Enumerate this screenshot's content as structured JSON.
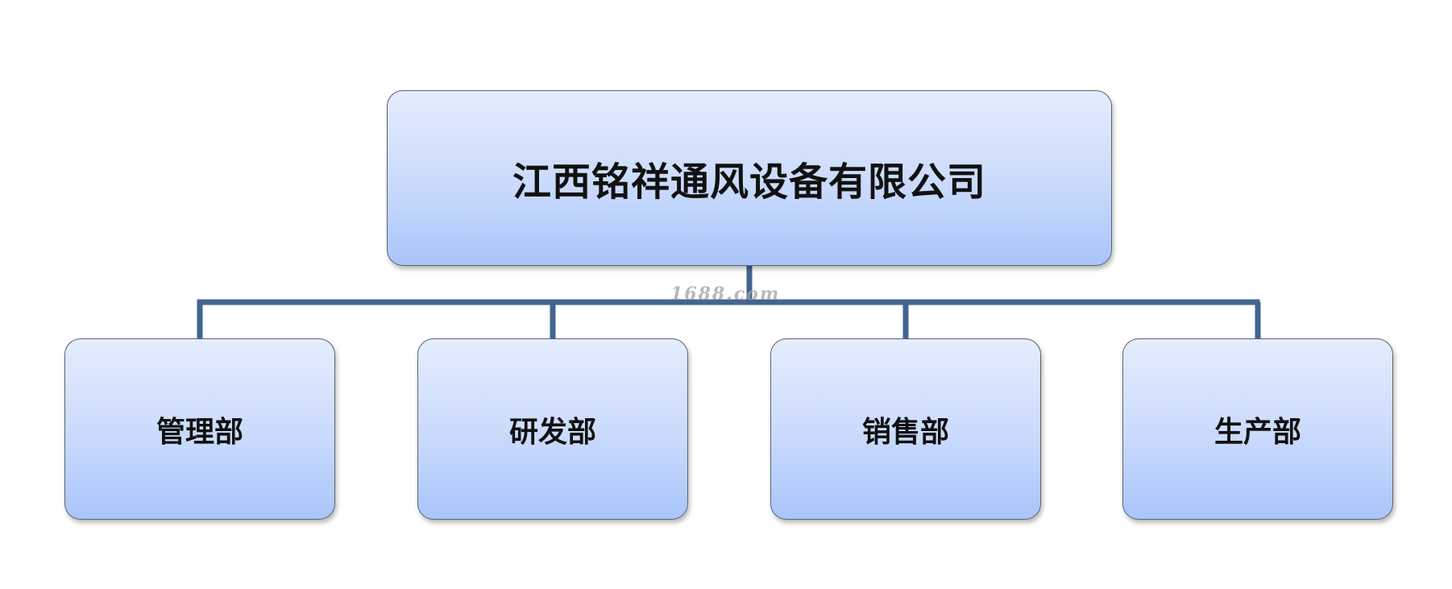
{
  "org_chart": {
    "root": {
      "label": "江西铭祥通风设备有限公司"
    },
    "children": [
      {
        "label": "管理部"
      },
      {
        "label": "研发部"
      },
      {
        "label": "销售部"
      },
      {
        "label": "生产部"
      }
    ]
  },
  "watermark": "1688.com",
  "colors": {
    "connector": "#41658f",
    "box_border": "#5a6470",
    "box_gradient_top": "#e4edfd",
    "box_gradient_bottom": "#a9c5fa"
  }
}
